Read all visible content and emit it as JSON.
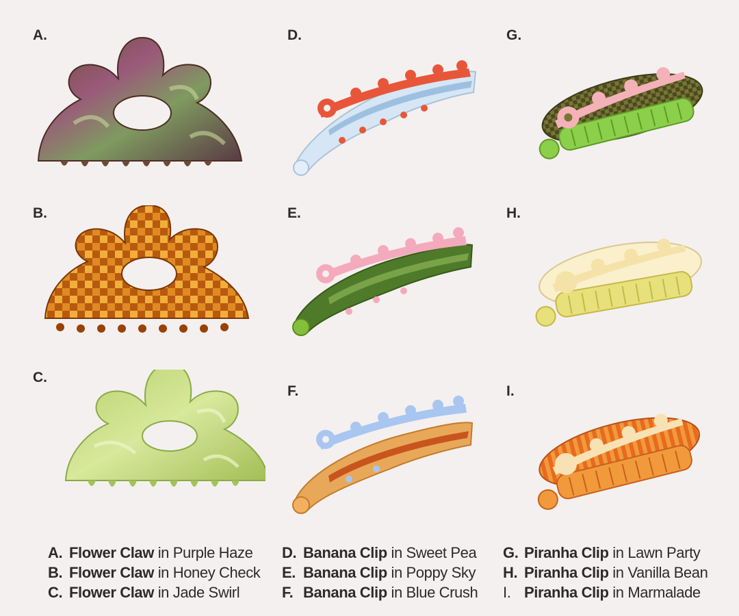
{
  "items": [
    {
      "letter": "A.",
      "product": "Flower Claw",
      "joiner": "in",
      "color_name": "Purple Haze",
      "swatch": [
        "#5a3a2a",
        "#8a4e6a",
        "#6e8a56"
      ]
    },
    {
      "letter": "B.",
      "product": "Flower Claw",
      "joiner": "in",
      "color_name": "Honey Check",
      "swatch": [
        "#8a3a08",
        "#c86a12",
        "#f2b23c"
      ]
    },
    {
      "letter": "C.",
      "product": "Flower Claw",
      "joiner": "in",
      "color_name": "Jade Swirl",
      "swatch": [
        "#a8c25a",
        "#cfe08a",
        "#e8f0b0"
      ]
    },
    {
      "letter": "D.",
      "product": "Banana Clip",
      "joiner": "in",
      "color_name": "Sweet Pea",
      "swatch": [
        "#cfe0f0",
        "#e8563a",
        "#e9f2fa"
      ]
    },
    {
      "letter": "E.",
      "product": "Banana Clip",
      "joiner": "in",
      "color_name": "Poppy Sky",
      "swatch": [
        "#4f7a2a",
        "#f4aabd",
        "#84bf3a"
      ]
    },
    {
      "letter": "F.",
      "product": "Banana Clip",
      "joiner": "in",
      "color_name": "Blue Crush",
      "swatch": [
        "#e8a85a",
        "#a8c6f0",
        "#c8541e"
      ]
    },
    {
      "letter": "G.",
      "product": "Piranha Clip",
      "joiner": "in",
      "color_name": "Lawn Party",
      "swatch": [
        "#5a5a2a",
        "#f4b2b8",
        "#8ccf4a"
      ]
    },
    {
      "letter": "H.",
      "product": "Piranha Clip",
      "joiner": "in",
      "color_name": "Vanilla Bean",
      "swatch": [
        "#f4e2a8",
        "#fbf0cc",
        "#e8e07a"
      ]
    },
    {
      "letter": "I.",
      "product": "Piranha Clip",
      "joiner": "in",
      "color_name": "Marmalade",
      "swatch": [
        "#e86a1e",
        "#f8e2b4",
        "#f09a3c"
      ]
    }
  ],
  "caption_letters": [
    "A.",
    "B.",
    "C.",
    "D.",
    "E.",
    "F.",
    "G.",
    "H.",
    "I."
  ]
}
